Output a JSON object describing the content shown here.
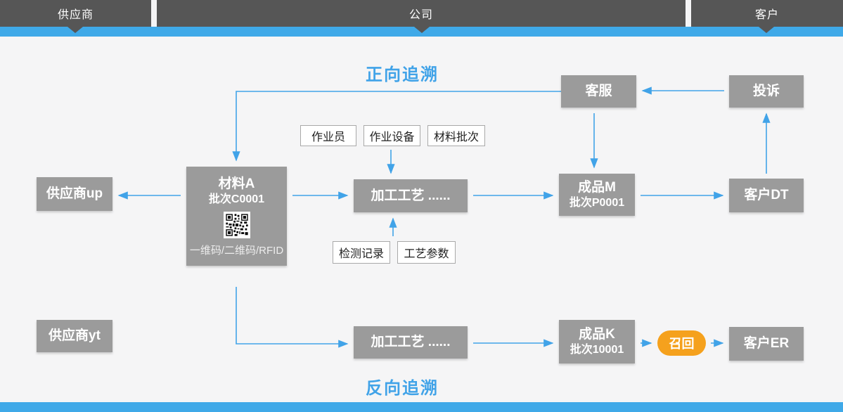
{
  "colors": {
    "header_dark": "#565656",
    "accent_blue": "#3fa9e8",
    "arrow_blue": "#41a3e8",
    "node_gray": "#9b9b9b",
    "recall_orange": "#f5a11d",
    "background": "#f5f5f6"
  },
  "header": {
    "segments": [
      {
        "label": "供应商"
      },
      {
        "label": "公司"
      },
      {
        "label": "客户"
      }
    ]
  },
  "titles": {
    "forward": "正向追溯",
    "backward": "反向追溯"
  },
  "nodes": {
    "customer_service": {
      "label": "客服"
    },
    "complaint": {
      "label": "投诉"
    },
    "supplier_up": {
      "label": "供应商up"
    },
    "material_a": {
      "line1": "材料A",
      "line2": "批次C0001",
      "caption": "一维码/二维码/RFID"
    },
    "process_1": {
      "label": "加工工艺  ......"
    },
    "product_m": {
      "line1": "成品M",
      "line2": "批次P0001"
    },
    "customer_dt": {
      "label": "客户DT"
    },
    "supplier_yt": {
      "label": "供应商yt"
    },
    "process_2": {
      "label": "加工工艺  ......"
    },
    "product_k": {
      "line1": "成品K",
      "line2": "批次10001"
    },
    "recall": {
      "label": "召回"
    },
    "customer_er": {
      "label": "客户ER"
    }
  },
  "tags": {
    "worker": "作业员",
    "equipment": "作业设备",
    "material_batch": "材料批次",
    "inspection_record": "检测记录",
    "process_params": "工艺参数"
  },
  "icons": {
    "qr_code": "qr-code-icon"
  }
}
